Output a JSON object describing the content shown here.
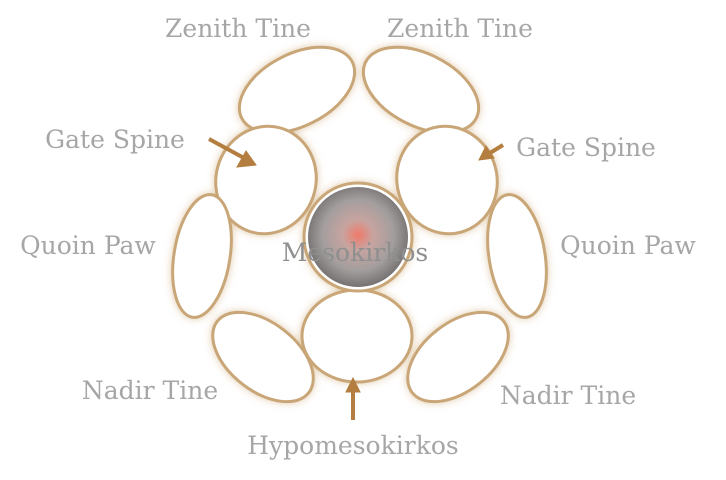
{
  "labels": {
    "zenith_left": "Zenith Tine",
    "zenith_right": "Zenith Tine",
    "gate_left": "Gate Spine",
    "gate_right": "Gate Spine",
    "quoin_left": "Quoin Paw",
    "quoin_right": "Quoin Paw",
    "nadir_left": "Nadir Tine",
    "nadir_right": "Nadir Tine",
    "hypo": "Hypomesokirkos",
    "center": "Mesokirkos"
  },
  "colors": {
    "ring_stroke": "#c9a677",
    "ring_fill": "#ffffff",
    "arrow": "#b37e3f",
    "label": "#a6a6a6"
  }
}
